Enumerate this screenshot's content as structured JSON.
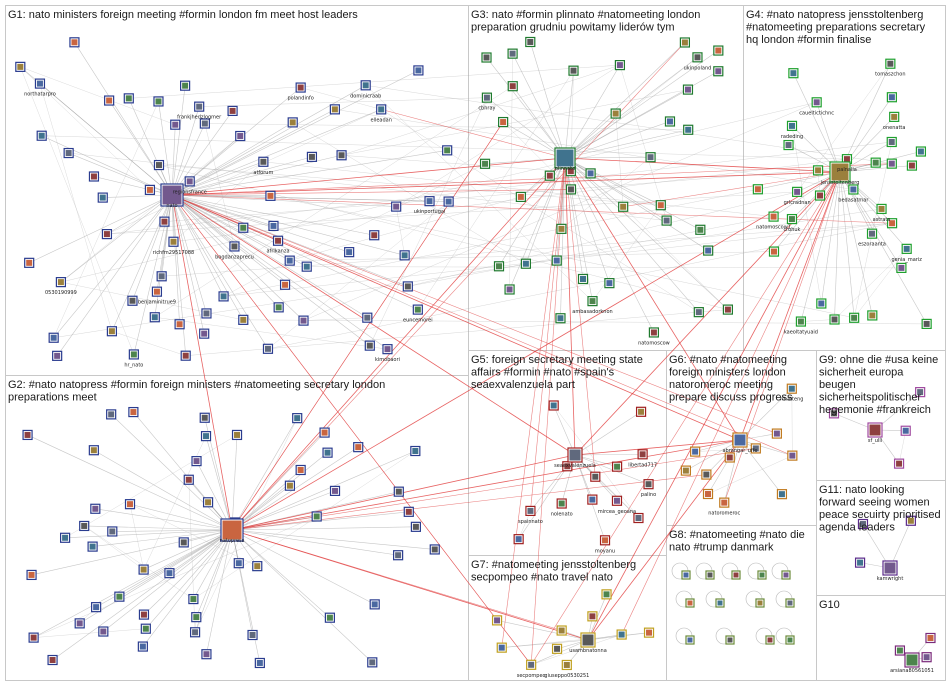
{
  "groups": [
    {
      "id": "G1",
      "lines": [
        "G1: nato ministers foreign meeting #formin london fm meet host leaders"
      ]
    },
    {
      "id": "G2",
      "lines": [
        "G2: #nato natopress #formin foreign ministers #natomeeting secretary london",
        "preparations meet"
      ]
    },
    {
      "id": "G3",
      "lines": [
        "G3: nato #formin plinnato #natomeeting london",
        "preparation grudniu powitamy liderów tym"
      ]
    },
    {
      "id": "G4",
      "lines": [
        "G4: #nato natopress jensstoltenberg",
        "#natomeeting preparations secretary",
        "hq london #formin finalise"
      ]
    },
    {
      "id": "G5",
      "lines": [
        "G5: foreign secretary meeting state",
        "affairs #formin #nato #spain's",
        "seaexvalenzuela part"
      ]
    },
    {
      "id": "G6",
      "lines": [
        "G6: #nato #natomeeting",
        "foreign ministers london",
        "natoromeroc meeting",
        "prepare discuss progress"
      ]
    },
    {
      "id": "G7",
      "lines": [
        "G7: #natomeeting jensstoltenberg",
        "secpompeo #nato travel nato"
      ]
    },
    {
      "id": "G8",
      "lines": [
        "G8: #natomeeting #nato die",
        "nato #trump danmark"
      ]
    },
    {
      "id": "G9",
      "lines": [
        "G9: ohne die #usa keine",
        "sicherheit europa",
        "beugen",
        "sicherheitspolitischer",
        "hegemonie #frankreich"
      ]
    },
    {
      "id": "G10",
      "lines": [
        "G10"
      ]
    },
    {
      "id": "G11",
      "lines": [
        "G11: nato looking",
        "forward seeing women",
        "peace secuirty prioritised",
        "agenda leaders"
      ]
    }
  ],
  "node_labels": {
    "G1": [
      "ukinportugal",
      "atforum",
      "afrikanza",
      "hr_nato",
      "regionsfrance",
      "nato",
      "dominicraab",
      "richfm29517088",
      "frankjhedzlogmer",
      "northatarpro",
      "bogdanzaprecu",
      "polandinfo",
      "euncemorei",
      "kimobaori",
      "benjaminitrue9",
      "elleadan",
      "0530190999"
    ],
    "G2": [
      "natopress"
    ],
    "G3": [
      "cbhray",
      "plinnato",
      "ukinpoland",
      "natomoscow",
      "ambasadorknon"
    ],
    "G4": [
      "crohuk",
      "grlcradnan",
      "jensstoltenberg",
      "genia_mariz",
      "astrata",
      "eszoraanta",
      "bedasatmar",
      "tomaszchon",
      "palnalla",
      "kaeoltatyuaid",
      "caueltictichnc",
      "natomoscow1",
      "radeding",
      "onenatta"
    ],
    "G5": [
      "spainnato",
      "seaexvalenzuela",
      "palino",
      "libertad717",
      "nolenato",
      "mircea_geoana",
      "moyanu"
    ],
    "G6": [
      "abrangar_uffe",
      "natoromeroc",
      "rmatteng"
    ],
    "G7": [
      "giuseppo0530251",
      "secpompeo",
      "usambnatonna"
    ],
    "G9": [
      "sf_ulli"
    ],
    "G10": [
      "arsiana80561051"
    ],
    "G11": [
      "kamwright"
    ]
  }
}
